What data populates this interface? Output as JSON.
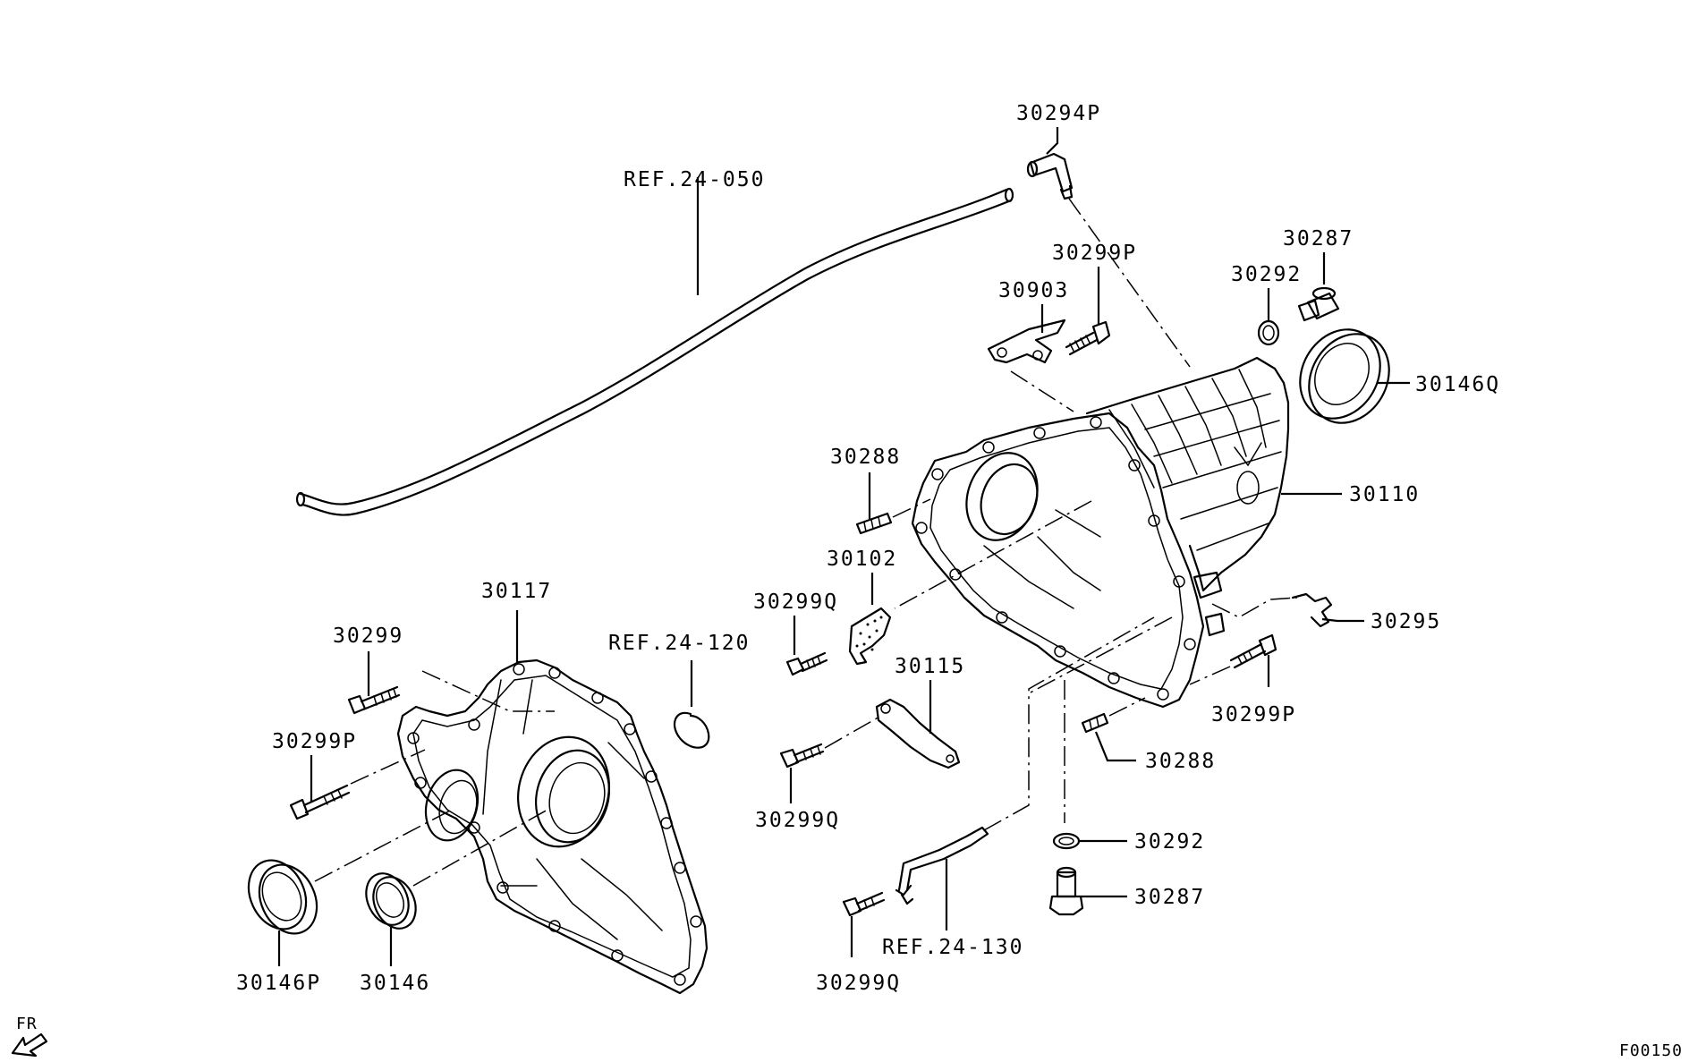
{
  "callouts": {
    "c30294P": "30294P",
    "ref24050": "REF.24-050",
    "c30299P_top": "30299P",
    "c30903": "30903",
    "c30292_top": "30292",
    "c30287_top": "30287",
    "c30146Q": "30146Q",
    "c30288_top": "30288",
    "c30110": "30110",
    "c30102": "30102",
    "c30299Q_top": "30299Q",
    "c30295": "30295",
    "c30117": "30117",
    "c30299": "30299",
    "ref24120": "REF.24-120",
    "c30115": "30115",
    "c30299P_left": "30299P",
    "c30299P_right": "30299P",
    "c30288_bottom": "30288",
    "c30299Q_mid": "30299Q",
    "c30292_bottom": "30292",
    "c30287_bottom": "30287",
    "ref24130": "REF.24-130",
    "c30146P": "30146P",
    "c30146": "30146",
    "c30299Q_bottom": "30299Q"
  },
  "direction_label": "FR",
  "figure_code": "F00150"
}
